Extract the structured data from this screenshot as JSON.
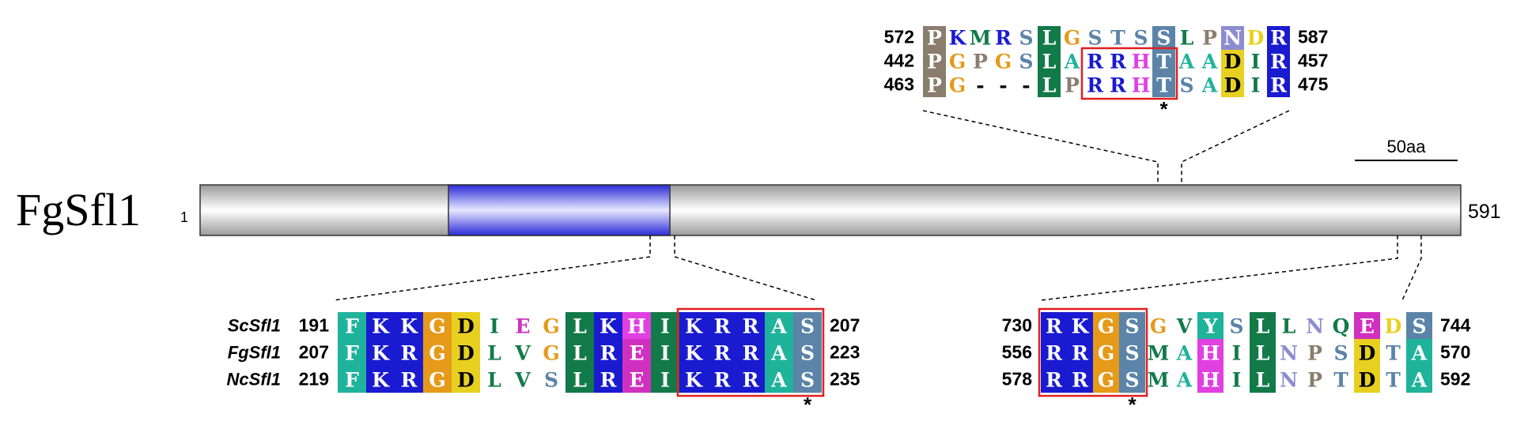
{
  "protein": {
    "name": "FgSfl1",
    "start_label": "1",
    "end_label": "591",
    "bar_color": "#c8c8c8",
    "domain_color": "#3c3cf0"
  },
  "scale": {
    "label": "50aa"
  },
  "asterisk": "*",
  "colors": {
    "P": "#8a7d6e",
    "L": "#117a48",
    "S": "#5b84a8",
    "T": "#5b84a8",
    "N": "#8c8cd0",
    "R": "#1a1ad0",
    "K": "#1a1ad0",
    "G": "#e59a1a",
    "D": "#e8d020",
    "E": "#d030c0",
    "H": "#e040e0",
    "A": "#1fb39b",
    "F": "#1fb39b",
    "V": "#117a48",
    "I": "#117a48",
    "M": "#117a48",
    "Y": "#1fb39b",
    "Q": "#117a48",
    "W": "#117a48",
    "C": "#e59a1a",
    "-": "#000000"
  },
  "panels": [
    {
      "id": "top",
      "names": [],
      "rows": [
        {
          "start": "572",
          "seq": "PKMRSLGSTSSLPNDR",
          "end": "587",
          "shade": [
            1,
            0,
            0,
            0,
            0,
            1,
            0,
            0,
            0,
            0,
            1,
            0,
            0,
            1,
            0,
            1
          ]
        },
        {
          "start": "442",
          "seq": "PGPGSLARRHTAADIR",
          "end": "457",
          "shade": [
            1,
            0,
            0,
            0,
            0,
            1,
            0,
            0,
            0,
            0,
            1,
            0,
            0,
            1,
            0,
            1
          ]
        },
        {
          "start": "463",
          "seq": "PG---LPRRHTSADIR",
          "end": "475",
          "shade": [
            1,
            0,
            0,
            0,
            0,
            1,
            0,
            0,
            0,
            0,
            1,
            0,
            0,
            1,
            0,
            1
          ]
        }
      ],
      "box": [
        7,
        10
      ]
    },
    {
      "id": "bottom-left",
      "names": [
        "ScSfl1",
        "FgSfl1",
        "NcSfl1"
      ],
      "rows": [
        {
          "start": "191",
          "seq": "FKKGDIEGLKHIKRRAS",
          "end": "207",
          "shade": [
            1,
            1,
            1,
            1,
            1,
            0,
            0,
            0,
            1,
            1,
            1,
            1,
            1,
            1,
            1,
            1,
            1
          ]
        },
        {
          "start": "207",
          "seq": "FKRGDLVGLREIKRRAS",
          "end": "223",
          "shade": [
            1,
            1,
            1,
            1,
            1,
            0,
            0,
            0,
            1,
            1,
            1,
            1,
            1,
            1,
            1,
            1,
            1
          ]
        },
        {
          "start": "219",
          "seq": "FKRGDLVSLREIKRRAS",
          "end": "235",
          "shade": [
            1,
            1,
            1,
            1,
            1,
            0,
            0,
            0,
            1,
            1,
            1,
            1,
            1,
            1,
            1,
            1,
            1
          ]
        }
      ],
      "box": [
        12,
        16
      ]
    },
    {
      "id": "bottom-right",
      "names": [],
      "rows": [
        {
          "start": "730",
          "seq": "RKGSGVYSLLNQEDS",
          "end": "744",
          "shade": [
            1,
            1,
            1,
            1,
            0,
            0,
            1,
            0,
            1,
            0,
            0,
            0,
            1,
            0,
            1
          ]
        },
        {
          "start": "556",
          "seq": "RRGSMAHILNPSDTA",
          "end": "570",
          "shade": [
            1,
            1,
            1,
            1,
            0,
            0,
            1,
            0,
            1,
            0,
            0,
            0,
            1,
            0,
            1
          ]
        },
        {
          "start": "578",
          "seq": "RRGSMAHILNPTDTA",
          "end": "592",
          "shade": [
            1,
            1,
            1,
            1,
            0,
            0,
            1,
            0,
            1,
            0,
            0,
            0,
            1,
            0,
            1
          ]
        }
      ],
      "box": [
        0,
        3
      ]
    }
  ]
}
